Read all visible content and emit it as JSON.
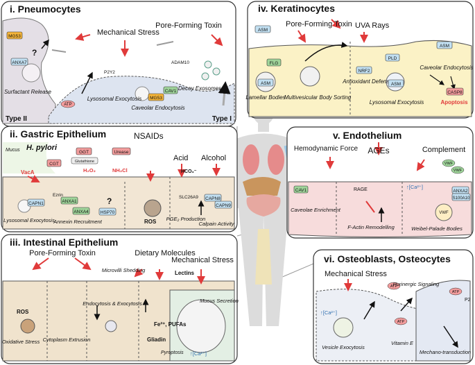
{
  "colors": {
    "pneumocyte_fill": "#dde4f0",
    "gastric_fill": "#f2e6d4",
    "intestinal_fill": "#f0e3cd",
    "keratinocyte_fill": "#fbf2c6",
    "endothelium_fill": "#f7dcdc",
    "osteo_fill": "#e4e9f3",
    "arrow_red": "#e03a3a",
    "label_box": "#c2e0f2",
    "green_box": "#9fd49a",
    "orange_box": "#f5b53a"
  },
  "panels": {
    "pneumocytes": {
      "title": "i. Pneumocytes",
      "mechanical_stress": "Mechanical Stress",
      "pore_forming_toxin": "Pore-Forming Toxin",
      "mg53": "MG53",
      "anxa7": "ANXA7",
      "question": "?",
      "p2y2": "P2Y2",
      "atp": "ATP",
      "adam10": "ADAM10",
      "decoy_exosomes": "Decoy Exosomes",
      "surfactant_release": "Surfactant Release",
      "lysosomal_exocytosis": "Lysosomal Exocytosis",
      "mg53_2": "MG53",
      "cav1": "CAV1",
      "caveolar_endocytosis": "Caveolar Endocytosis",
      "type_ii": "Type II",
      "type_i": "Type I"
    },
    "gastric": {
      "title": "ii. Gastric Epithelium",
      "mucus": "Mucus",
      "h_pylori": "H. pylori",
      "vaca": "VacA",
      "cgt": "CGT",
      "ggt": "GGT",
      "glutathione": "Glutathione",
      "h2o2": "H₂O₂",
      "urease": "Urease",
      "nh2cl": "NH₂Cl",
      "nsaids": "NSAIDs",
      "acid": "Acid",
      "alcohol": "Alcohol",
      "hco3": "HCO₃⁻",
      "capn1": "CAPN1",
      "ezrin": "Ezrin",
      "anxa1": "ANXA1",
      "anxa4": "ANXA4",
      "hsp70": "HSP70",
      "question": "?",
      "ros": "ROS",
      "slc26a9": "SLC26A9",
      "capn8": "CAPN8",
      "capn9": "CAPN9",
      "lysosomal_exocytosis": "Lysosomal Exocytosis",
      "annexin_recruitment": "Annexin Recruitment",
      "pge2_production": "PGE₂ Production",
      "calpain_activity": "Calpain Activity"
    },
    "intestinal": {
      "title": "iii. Intestinal Epithelium",
      "pore_forming_toxin": "Pore-Forming Toxin",
      "dietary_molecules": "Dietary Molecules",
      "mechanical_stress": "Mechanical Stress",
      "microvilli_shedding": "Microvilli Shedding",
      "lectins": "Lectins",
      "ros": "ROS",
      "oxidative_stress": "Oxidative Stress",
      "cytoplasm_extrusion": "Cytoplasm Extrusion",
      "endocytosis_exocytosis": "Endocytosis & Exocytosis",
      "fe_pufas": "Fe²⁺, PUFAs",
      "gliadin": "Gliadin",
      "pyroptosis": "Pyroptosis",
      "mucus_secretion": "Mucus Secretion",
      "ca": "↑[Ca²⁺]"
    },
    "keratinocytes": {
      "title": "iv. Keratinocytes",
      "pore_forming_toxin": "Pore-Forming Toxin",
      "uva_rays": "UVA Rays",
      "asm": "ASM",
      "flg": "FLG",
      "lamellar_bodies": "Lamellar Bodies",
      "multivesicular_body_sorting": "Multivesicular Body Sorting",
      "nrf2": "NRF2",
      "antioxidant_defense": "Antioxidant Defense",
      "pld": "PLD",
      "lysosomal_exocytosis": "Lysosomal Exocytosis",
      "caveolar_endocytosis": "Caveolar Endocytosis",
      "casp8": "CASP8",
      "apoptosis": "Apoptosis"
    },
    "endothelium": {
      "title": "v. Endothelium",
      "hemodynamic_force": "Hemodynamic Force",
      "ages": "AGEs",
      "complement": "Complement",
      "vwf": "VWF",
      "cav1": "CAV1",
      "caveolae_enrichment": "Caveolae Enrichment",
      "rage": "RAGE",
      "f_actin_remodelling": "F-Actin Remodelling",
      "ca": "↑[Ca²⁺]",
      "anxa2": "ANXA2",
      "s100a10": "S100A10",
      "weibel_palade_bodies": "Weibel-Palade Bodies"
    },
    "osteo": {
      "title": "vi. Osteoblasts, Osteocytes",
      "mechanical_stress": "Mechanical Stress",
      "atp": "ATP",
      "purinergic_signaling": "Purinergic Signaling",
      "p2": "P2",
      "ca": "↑[Ca²⁺]",
      "vesicle_exocytosis": "Vesicle Exocytosis",
      "vitamin_e": "Vitamin E",
      "mechanotransduction": "Mechano-transduction"
    }
  }
}
